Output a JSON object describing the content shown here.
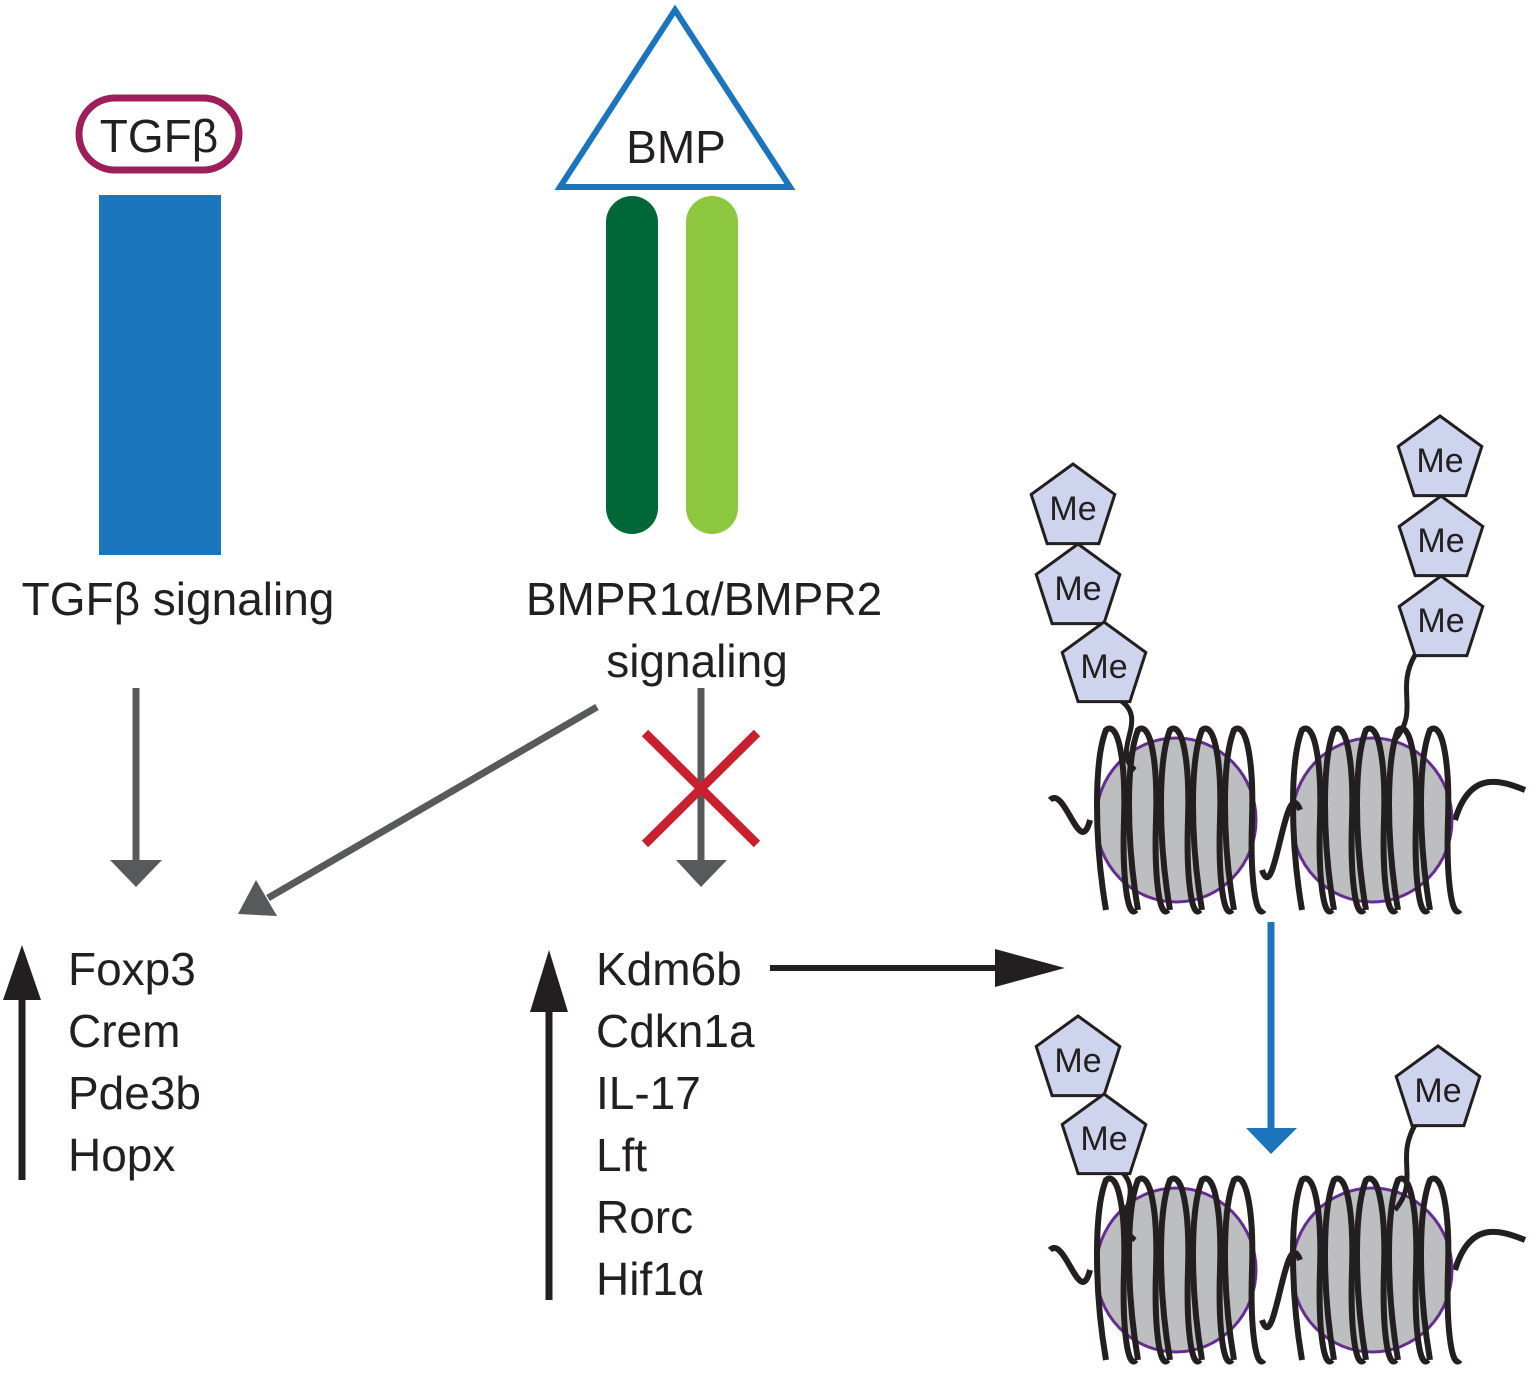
{
  "ligands": {
    "tgfb": "TGFβ",
    "bmp": "BMP"
  },
  "pathways": {
    "tgfb_signaling": "TGFβ signaling",
    "bmpr_line1": "BMPR1α/BMPR2",
    "bmpr_line2": "signaling"
  },
  "gene_lists": {
    "left": [
      "Foxp3",
      "Crem",
      "Pde3b",
      "Hopx"
    ],
    "center": [
      "Kdm6b",
      "Cdkn1a",
      "IL-17",
      "Lft",
      "Rorc",
      "Hif1α"
    ]
  },
  "methyl_label": "Me",
  "colors": {
    "tgfb_outline": "#9c1f5b",
    "tgfb_receptor": "#1b75bc",
    "bmp_outline": "#1b75bc",
    "bmpr1": "#006838",
    "bmpr2": "#8dc63f",
    "gray_arrow": "#58595b",
    "black_arrow": "#231f20",
    "block_x": "#c8202f",
    "blue_arrow": "#1b75bc",
    "histone_fill": "#bcbec0",
    "histone_outline": "#662d91",
    "methyl_fill": "#cfd4ee"
  }
}
